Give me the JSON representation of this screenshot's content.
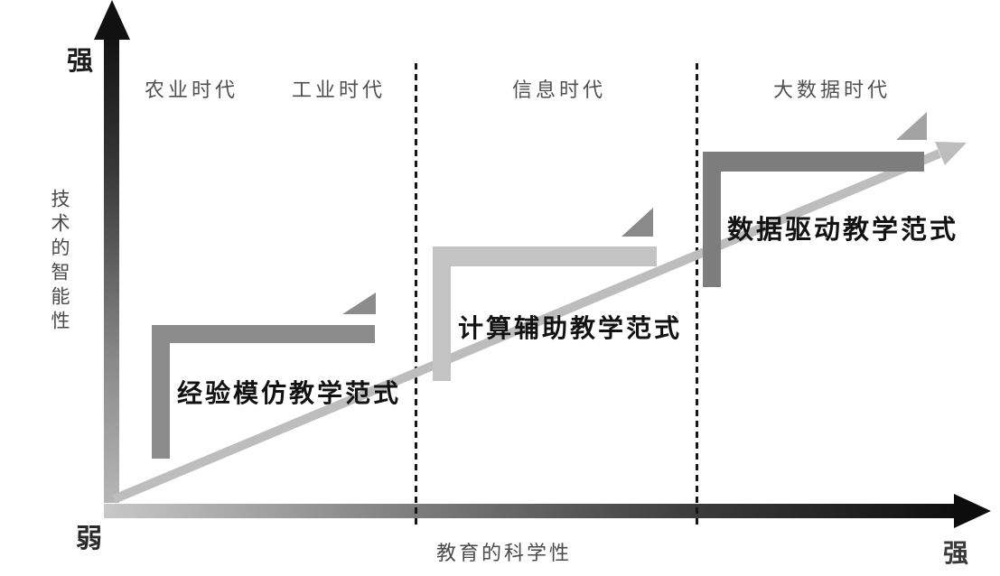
{
  "diagram": {
    "y_axis": {
      "title": "技术的智能性",
      "top_label": "强",
      "origin_label": "弱"
    },
    "x_axis": {
      "title": "教育的科学性",
      "right_label": "强"
    },
    "eras": [
      {
        "label": "农业时代"
      },
      {
        "label": "工业时代"
      },
      {
        "label": "信息时代"
      },
      {
        "label": "大数据时代"
      }
    ],
    "paradigms": [
      {
        "label": "经验模仿教学范式",
        "bar_color": "#8c8c8c",
        "triangle_color": "#8c8c8c"
      },
      {
        "label": "计算辅助教学范式",
        "bar_color": "#c3c3c3",
        "triangle_color": "#8a8a8a"
      },
      {
        "label": "数据驱动教学范式",
        "bar_color": "#7d7d7d",
        "triangle_color": "#a3a3a3"
      }
    ],
    "colors": {
      "trend_arrow": "#bdbdbd",
      "dashed_line": "#161616",
      "axis_dark_end": "#0e0e0e",
      "axis_light_end": "#c8c8c8",
      "label_text": "#121212",
      "era_text": "#4f4f4f"
    }
  }
}
